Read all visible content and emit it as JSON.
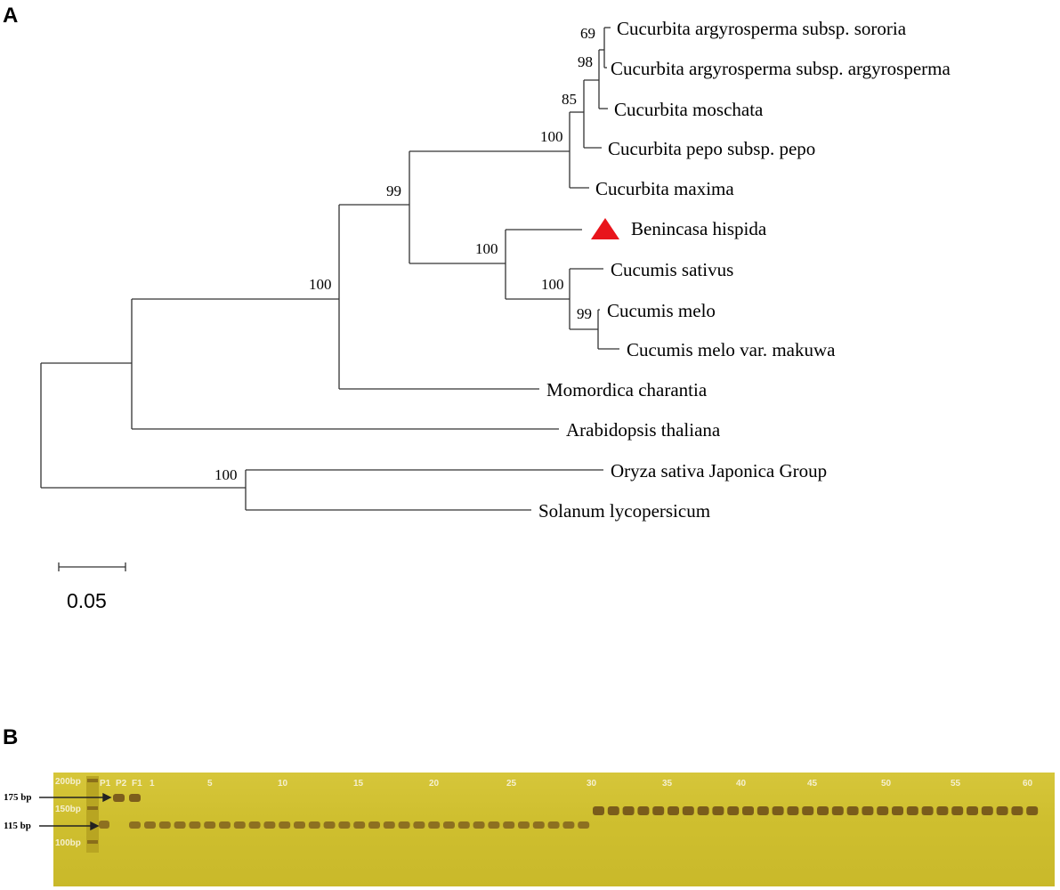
{
  "panel_a_label": "A",
  "panel_b_label": "B",
  "tree": {
    "taxa": [
      "Cucurbita argyrosperma subsp. sororia",
      "Cucurbita argyrosperma subsp. argyrosperma",
      "Cucurbita moschata",
      "Cucurbita pepo subsp. pepo",
      "Cucurbita maxima",
      "Benincasa hispida",
      "Cucumis sativus",
      "Cucumis melo",
      "Cucumis melo var. makuwa",
      "Momordica charantia",
      "Arabidopsis thaliana",
      "Oryza sativa Japonica Group",
      "Solanum lycopersicum"
    ],
    "bootstrap": [
      "69",
      "98",
      "85",
      "100",
      "99",
      "100",
      "100",
      "99",
      "100",
      "100"
    ],
    "scale_label": "0.05",
    "highlight_taxon": "Benincasa hispida",
    "highlight_color": "#e8141b"
  },
  "gel": {
    "ladder_labels": [
      "200bp",
      "150bp",
      "100bp"
    ],
    "lane_labels": [
      "P1",
      "P2",
      "F1",
      "1",
      "5",
      "10",
      "15",
      "20",
      "25",
      "30",
      "35",
      "40",
      "45",
      "50",
      "55",
      "60"
    ],
    "band_labels": [
      "175 bp",
      "115 bp"
    ]
  }
}
